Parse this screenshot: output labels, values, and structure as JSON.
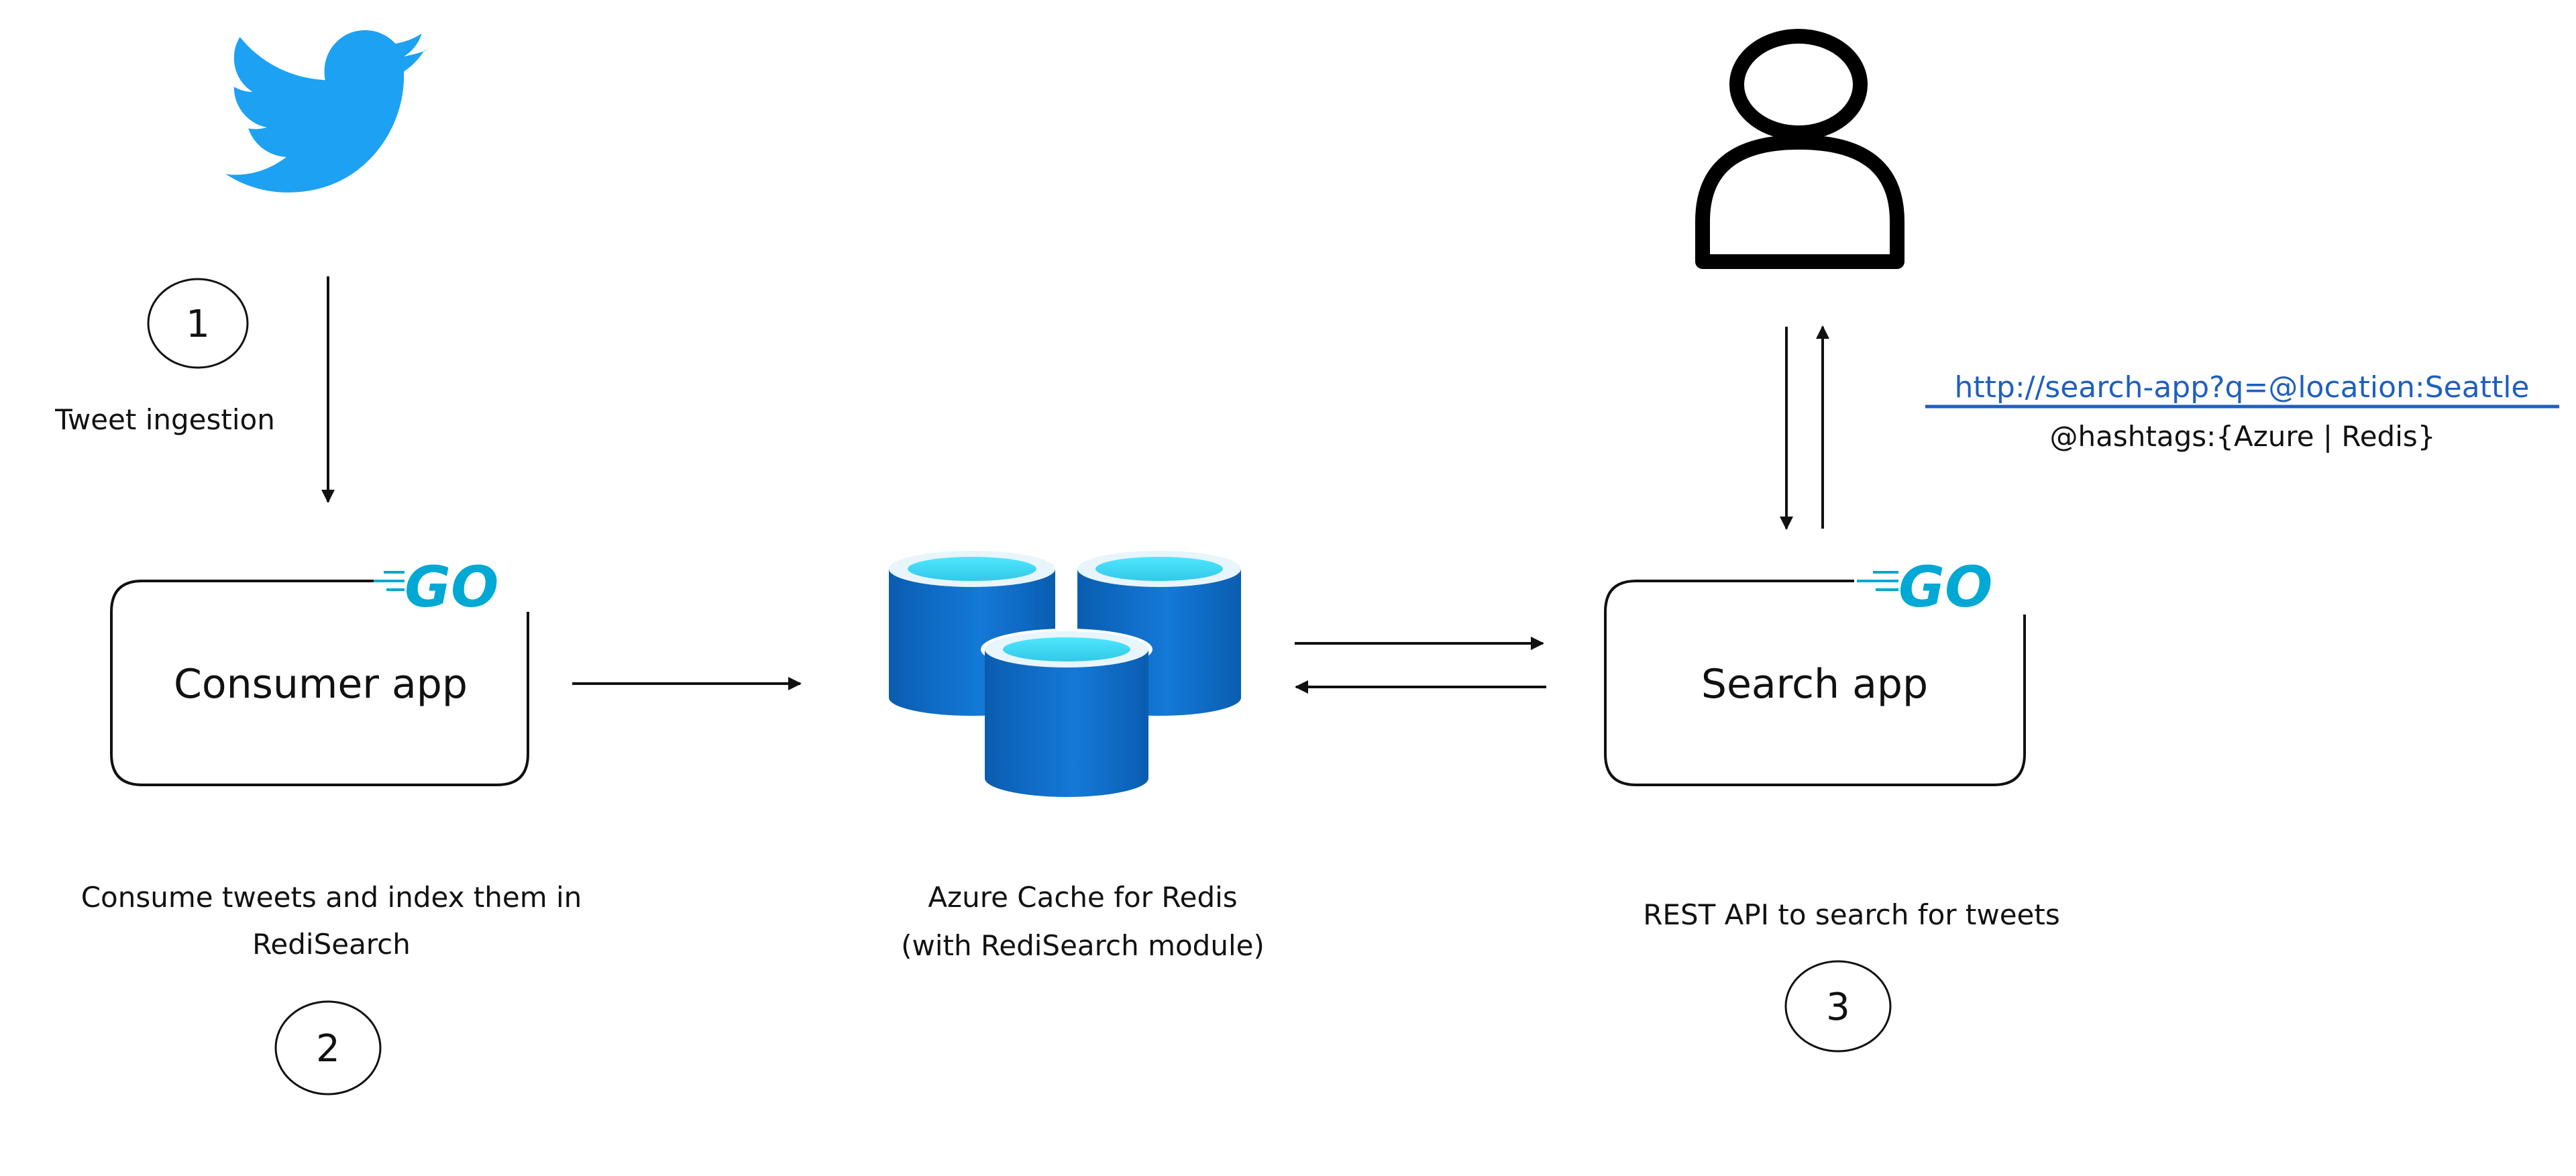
{
  "diagram": {
    "title": "Tweet search architecture with Azure Cache for Redis",
    "colors": {
      "twitter": "#1DA1F2",
      "go": "#00A8D4",
      "redis_body": "#0F6FC6",
      "redis_body_light": "#1E88E5",
      "redis_rim": "#E8F5FB",
      "redis_top": "#50E6FF",
      "link": "#1F5FBF",
      "stroke": "#111111"
    },
    "nodes": {
      "twitter": {
        "icon": "twitter-bird-icon",
        "label": "Twitter"
      },
      "user": {
        "icon": "user-icon",
        "label": "User"
      },
      "consumer_app": {
        "label": "Consumer app",
        "badge": "GO",
        "badge_icon": "go-logo-icon"
      },
      "redis": {
        "icon": "azure-cache-redis-icon"
      },
      "search_app": {
        "label": "Search app",
        "badge": "GO",
        "badge_icon": "go-logo-icon"
      }
    },
    "steps": [
      {
        "number": "1",
        "label": "Tweet ingestion"
      },
      {
        "number": "2",
        "caption_line1": "Consume tweets and index them in",
        "caption_line2": "RediSearch"
      },
      {
        "number": "3",
        "caption_line1": "REST API to search for tweets"
      }
    ],
    "redis_caption": {
      "line1": "Azure Cache for Redis",
      "line2": "(with RediSearch module)"
    },
    "query": {
      "url": "http://search-app?q=@location:Seattle",
      "continuation": "@hashtags:{Azure | Redis}"
    },
    "edges": [
      {
        "from": "twitter",
        "to": "consumer_app",
        "label": "Tweet ingestion"
      },
      {
        "from": "consumer_app",
        "to": "redis"
      },
      {
        "from": "redis",
        "to": "search_app"
      },
      {
        "from": "search_app",
        "to": "redis"
      },
      {
        "from": "user",
        "to": "search_app"
      },
      {
        "from": "search_app",
        "to": "user"
      }
    ]
  }
}
